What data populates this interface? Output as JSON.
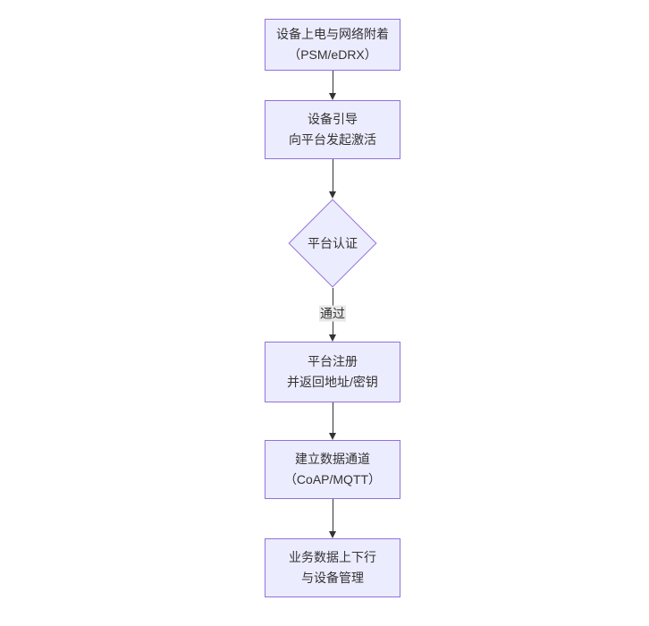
{
  "diagram": {
    "type": "flowchart-top-down",
    "nodes": {
      "power": {
        "shape": "rect",
        "line1": "设备上电与网络附着",
        "line2": "（PSM/eDRX）"
      },
      "boot": {
        "shape": "rect",
        "line1": "设备引导",
        "line2": "向平台发起激活"
      },
      "auth": {
        "shape": "diamond",
        "label": "平台认证"
      },
      "register": {
        "shape": "rect",
        "line1": "平台注册",
        "line2": "并返回地址/密钥"
      },
      "channel": {
        "shape": "rect",
        "line1": "建立数据通道",
        "line2": "（CoAP/MQTT）"
      },
      "business": {
        "shape": "rect",
        "line1": "业务数据上下行",
        "line2": "与设备管理"
      }
    },
    "edges": {
      "power_to_boot": {
        "label": ""
      },
      "boot_to_auth": {
        "label": ""
      },
      "auth_to_register": {
        "label": "通过"
      },
      "register_to_channel": {
        "label": ""
      },
      "channel_to_business": {
        "label": ""
      }
    },
    "colors": {
      "node_fill": "#ECECFF",
      "node_border": "#9370DB",
      "arrow": "#333333",
      "text": "#333333",
      "edge_label_bg": "#e8e8e8",
      "background": "#ffffff"
    }
  }
}
